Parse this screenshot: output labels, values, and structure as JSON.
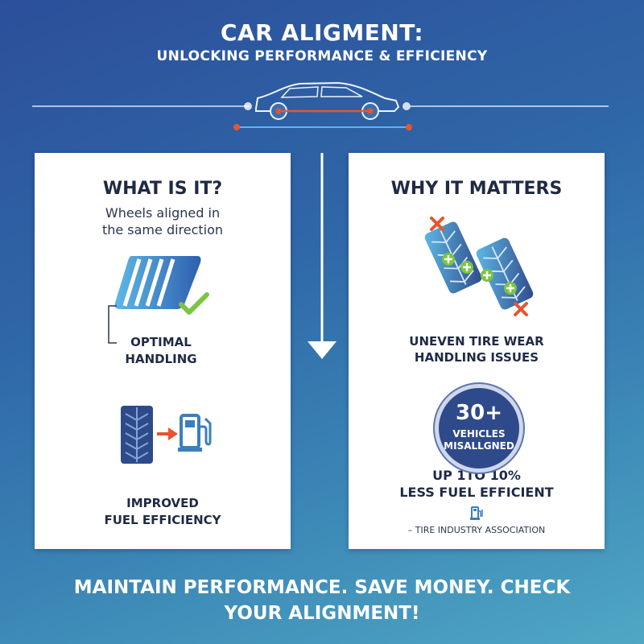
{
  "header": {
    "title": "CAR ALIGMENT:",
    "subtitle": "UNLOCKING PERFORMANCE & EFFICIENCY"
  },
  "left_card": {
    "heading": "WHAT IS IT?",
    "description_line1": "Wheels aligned in",
    "description_line2": "the same direction",
    "benefit1_line1": "OPTIMAL",
    "benefit1_line2": "HANDLING",
    "benefit2_line1": "IMPROVED",
    "benefit2_line2": "FUEL EFFICIENCY"
  },
  "right_card": {
    "heading": "WHY IT MATTERS",
    "issue_line1": "UNEVEN TIRE WEAR",
    "issue_line2": "HANDLING ISSUES",
    "badge_number": "30+",
    "badge_line1": "VEHICLES",
    "badge_line2": "MISALLGNED",
    "stat_line1": "UP 1TO 10%",
    "stat_line2": "LESS FUEL EFFICIENT",
    "source": "– TIRE INDUSTRY ASSOCIATION"
  },
  "footer": {
    "line1": "MAINTAIN PERFORMANCE. SAVE MONEY. CHECK",
    "line2": "YOUR ALIGNMENT!"
  },
  "colors": {
    "accent_orange": "#e8552e",
    "accent_green": "#7cc443",
    "navy": "#2f4a8a",
    "tire_blue": "#3a7fc0"
  },
  "icons": [
    "car-outline-icon",
    "alignment-tilt-icon",
    "check-icon",
    "tire-tread-icon",
    "arrow-right-icon",
    "fuel-pump-icon",
    "worn-tire-icon",
    "x-mark-icon",
    "plus-icon",
    "fuel-small-icon",
    "down-arrow-icon"
  ]
}
